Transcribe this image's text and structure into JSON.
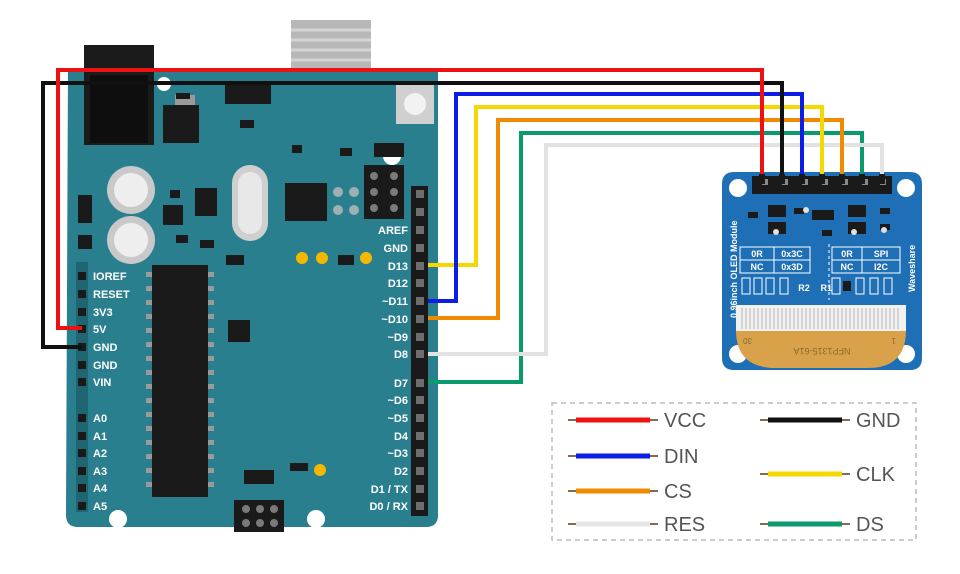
{
  "board": {
    "left_header": [
      "IOREF",
      "RESET",
      "3V3",
      "5V",
      "GND",
      "GND",
      "VIN",
      "A0",
      "A1",
      "A2",
      "A3",
      "A4",
      "A5"
    ],
    "right_header": [
      "AREF",
      "GND",
      "D13",
      "D12",
      "~D11",
      "~D10",
      "~D9",
      "D8",
      "D7",
      "~D6",
      "~D5",
      "D4",
      "~D3",
      "D2",
      "D1 / TX",
      "D0 / RX"
    ]
  },
  "oled": {
    "side_title": "0.96inch OLED Module",
    "brand": "Waveshare",
    "table_left": [
      [
        "0R",
        "0x3C"
      ],
      [
        "NC",
        "0x3D"
      ]
    ],
    "table_right": [
      [
        "0R",
        "SPI"
      ],
      [
        "NC",
        "I2C"
      ]
    ],
    "resistor_labels": [
      "R2",
      "R1"
    ],
    "flex_text": "NFP1315-61A",
    "flex_num_left": "30",
    "flex_num_right": "1"
  },
  "legend": [
    {
      "label": "VCC",
      "color": "#ee1111"
    },
    {
      "label": "GND",
      "color": "#111111"
    },
    {
      "label": "DIN",
      "color": "#0a1ee6"
    },
    {
      "label": "CLK",
      "color": "#f5d800"
    },
    {
      "label": "CS",
      "color": "#f08a00"
    },
    {
      "label": "DS",
      "color": "#0a9a6e"
    },
    {
      "label": "RES",
      "color": "#e6e6e6"
    }
  ],
  "colors": {
    "board": "#2a7f8f",
    "oled_board": "#1e6fb5",
    "vcc": "#ee1111",
    "gnd": "#111111",
    "din": "#0a1ee6",
    "clk": "#f5d800",
    "cs": "#f08a00",
    "res": "#e6e6e6",
    "ds": "#0a9a6e"
  }
}
